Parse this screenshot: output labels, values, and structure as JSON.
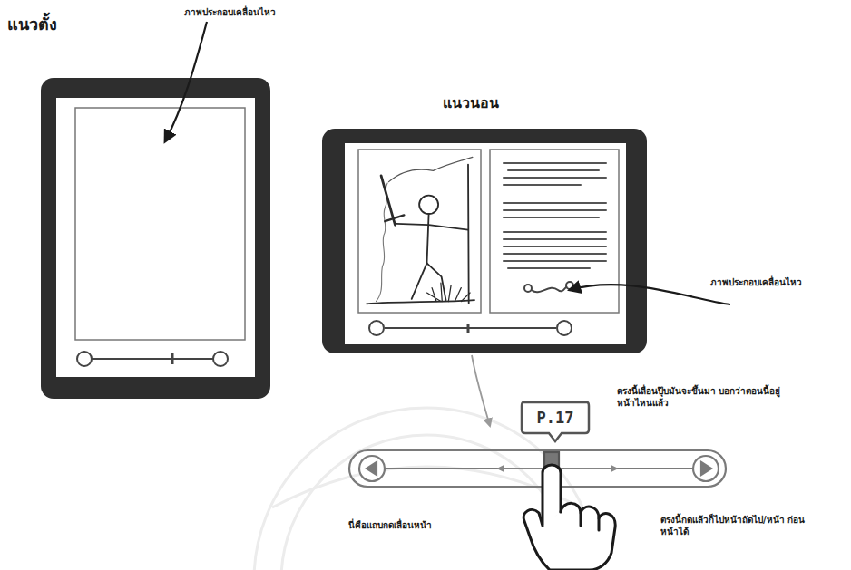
{
  "diagram": {
    "nodes": [
      {
        "text": [
          "P.17"
        ]
      }
    ],
    "labels": [
      "แนวตั้ง",
      "ภาพประกอบเคลื่อนไหว",
      "แนวนอน",
      "ภาพประกอบเคลื่อนไหว",
      "ตรงนี้เลื่อนปุ๊บมันจะขึ้นมา บอกว่าตอนนี้อยู่หน้าไหนแล้ว",
      "นี่คือแถบกดเลื่อนหน้า",
      "ตรงนี้กดแล้วก็ไปหน้าถัดไป/หน้า ก่อนหน้าได้"
    ]
  }
}
